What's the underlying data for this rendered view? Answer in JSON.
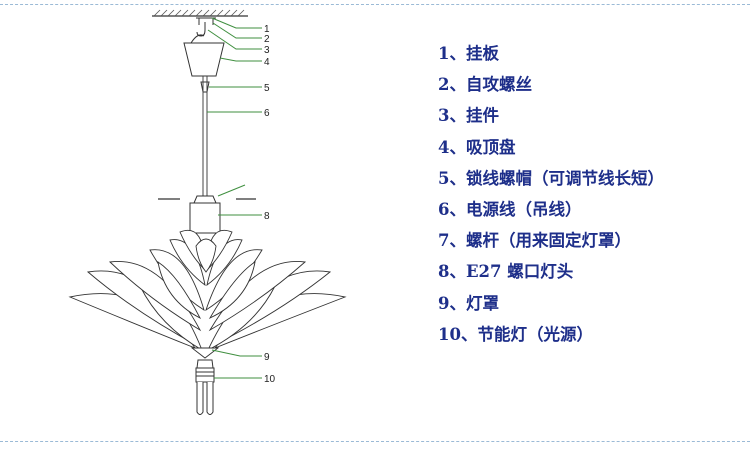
{
  "diagram": {
    "callout_numbers": [
      "1",
      "2",
      "3",
      "4",
      "5",
      "6",
      "8",
      "9",
      "10"
    ]
  },
  "legend": {
    "items": [
      "1、挂板",
      "2、自攻螺丝",
      "3、挂件",
      "4、吸顶盘",
      "5、锁线螺帽（可调节线长短）",
      "6、电源线（吊线）",
      "7、螺杆（用来固定灯罩）",
      "8、E27 螺口灯头",
      "9、灯罩",
      "10、节能灯（光源）"
    ]
  },
  "colors": {
    "legend_text": "#1e2f8a",
    "leader_line": "#3f8f3f",
    "drawing_line": "#333333",
    "dashed_border": "#9bbad6"
  }
}
